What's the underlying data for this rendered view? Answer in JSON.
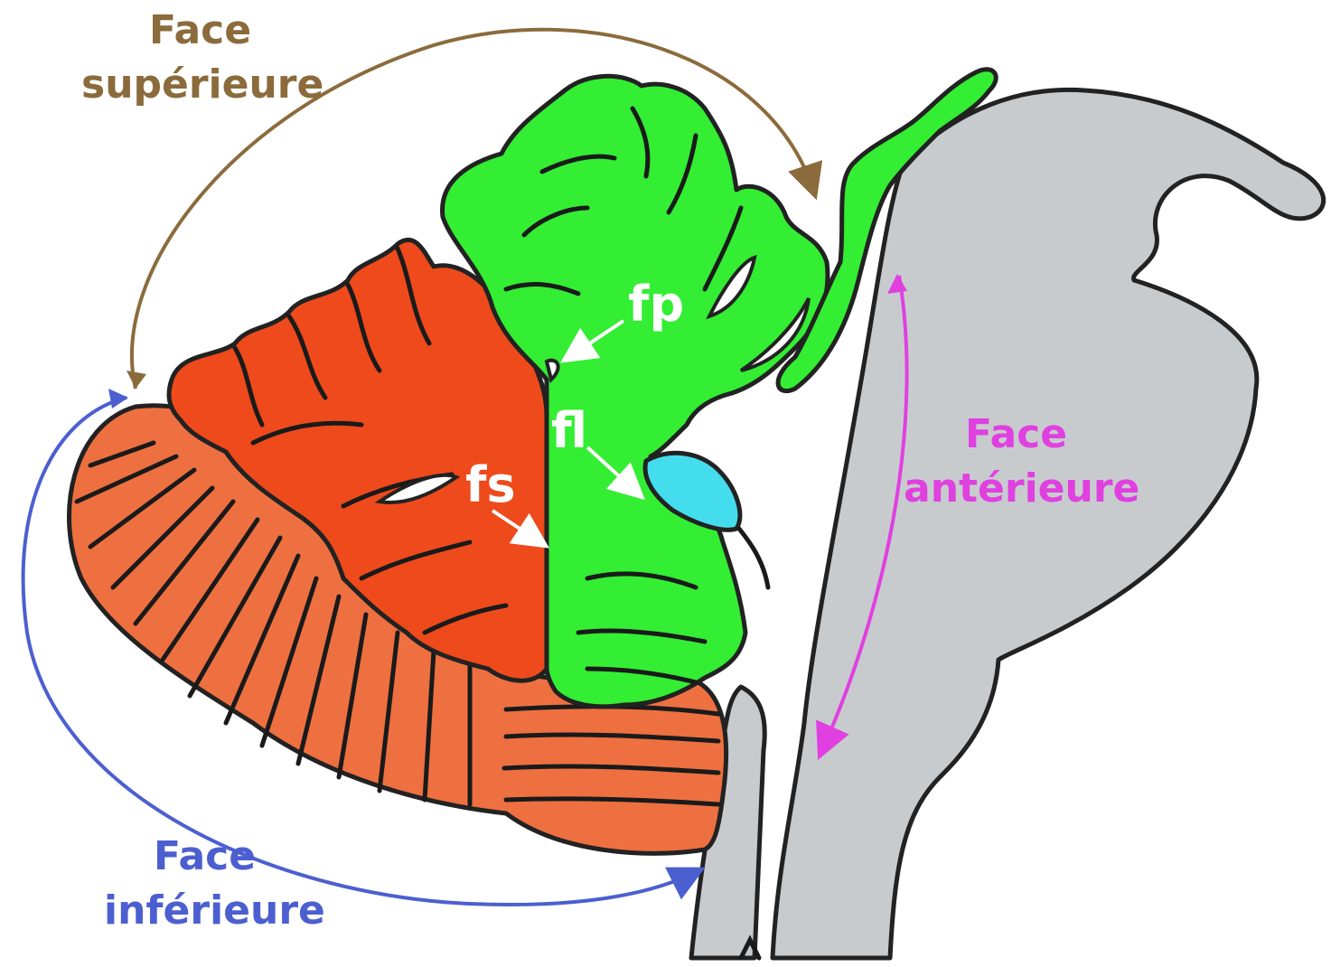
{
  "labels": {
    "face_superieure_1": "Face",
    "face_superieure_2": "supérieure",
    "face_inferieure_1": "Face",
    "face_inferieure_2": "inférieure",
    "face_anterieure_1": "Face",
    "face_anterieure_2": "antérieure",
    "fissure_fp": "fp",
    "fissure_fl": "fl",
    "fissure_fs": "fs"
  },
  "colors": {
    "lobe_green": "#33ee33",
    "lobe_red": "#ee4a1c",
    "lobe_orange": "#ee7040",
    "flocculus_cyan": "#44dded",
    "brainstem_gray": "#c8cbce",
    "outline": "#222222",
    "arrow_superior": "#8b6b3c",
    "arrow_inferior": "#4c5fd0",
    "arrow_anterior": "#e040e0",
    "fissure_label": "#ffffff"
  }
}
